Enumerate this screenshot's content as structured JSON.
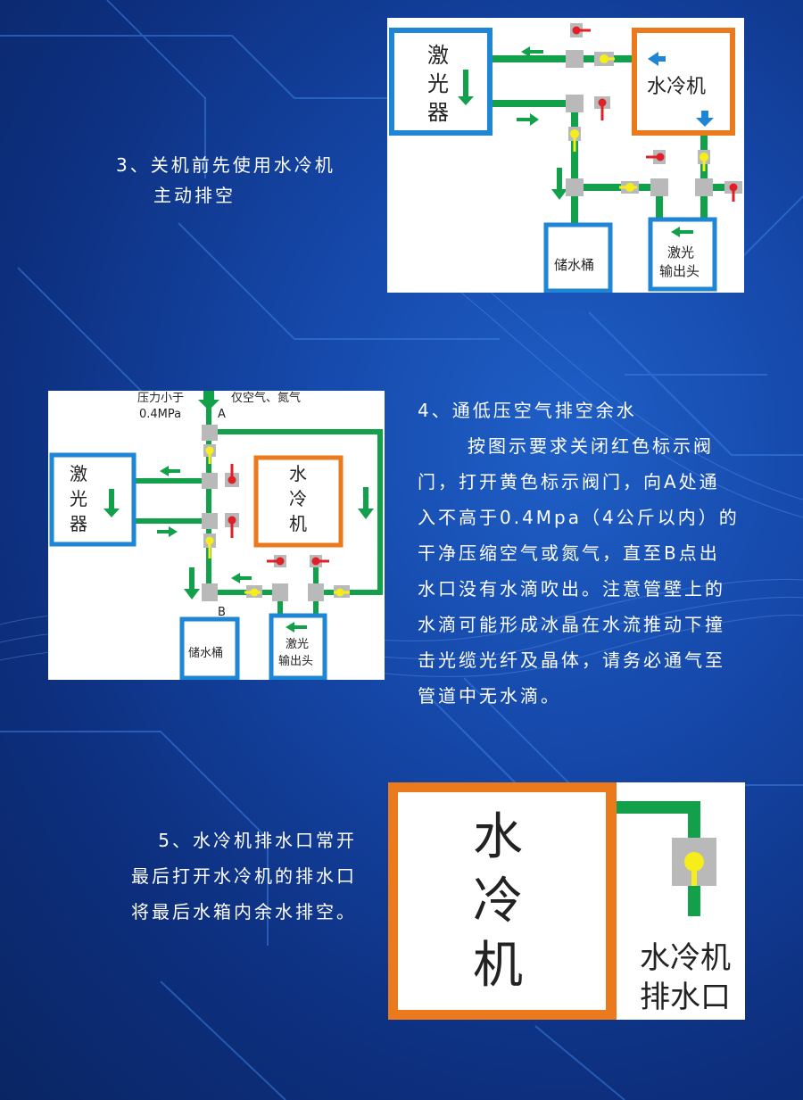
{
  "steps": {
    "step3": {
      "line1": "3、关机前先使用水冷机",
      "line2": "主动排空"
    },
    "step4": {
      "title": "4、通低压空气排空余水",
      "body": [
        "按图示要求关闭红色标示阀",
        "门，打开黄色标示阀门，向A处通",
        "入不高于0.4Mpa（4公斤以内）的",
        "干净压缩空气或氮气，直至B点出",
        "水口没有水滴吹出。注意管壁上的",
        "水滴可能形成冰晶在水流推动下撞",
        "击光缆光纤及晶体，请务必通气至",
        "管道中无水滴。"
      ]
    },
    "step5": {
      "line1": "5、水冷机排水口常开",
      "line2": "最后打开水冷机的排水口",
      "line3": "将最后水箱内余水排空。"
    }
  },
  "diagram1": {
    "laser": [
      "激",
      "光",
      "器"
    ],
    "chiller": "水冷机",
    "tank": "储水桶",
    "head": [
      "激光",
      "输出头"
    ]
  },
  "diagram2": {
    "pressure_label": "压力小于",
    "pressure_value": "0.4MPa",
    "gas_label": "仅空气、氮气",
    "point_a": "A",
    "point_b": "B",
    "laser": [
      "激",
      "光",
      "器"
    ],
    "chiller": [
      "水",
      "冷",
      "机"
    ],
    "tank": "储水桶",
    "head": [
      "激光",
      "输出头"
    ]
  },
  "diagram3": {
    "chiller": [
      "水",
      "冷",
      "机"
    ],
    "drain_label": [
      "水冷机",
      "排水口"
    ]
  },
  "colors": {
    "pipe": "#12a04a",
    "arrow": "#0f8a3c",
    "laser_border": "#1f86d6",
    "chiller_border": "#ea7a1c",
    "valve_red": "#e01f26",
    "valve_yellow": "#f6ee1a",
    "fitting": "#b9b9b9"
  }
}
